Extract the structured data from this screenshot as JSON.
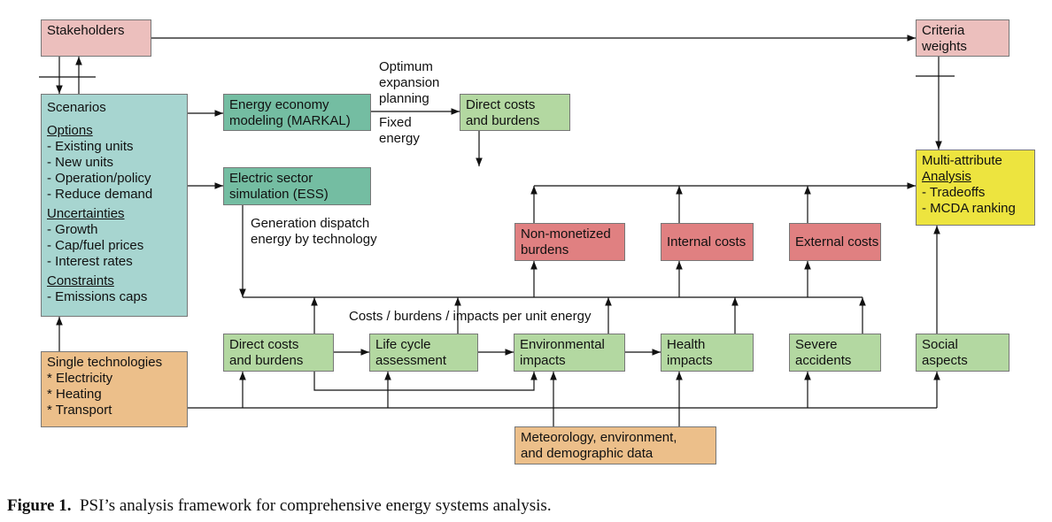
{
  "boxes": {
    "stakeholders": "Stakeholders",
    "criteria_weights": [
      "Criteria",
      "weights"
    ],
    "scenarios": {
      "title": "Scenarios",
      "options_heading": "Options",
      "options": [
        "- Existing units",
        "- New units",
        "- Operation/policy",
        "- Reduce demand"
      ],
      "uncertainties_heading": "Uncertainties",
      "uncertainties": [
        "- Growth",
        "- Cap/fuel prices",
        "- Interest rates"
      ],
      "constraints_heading": "Constraints",
      "constraints": [
        "- Emissions caps"
      ]
    },
    "energy_economy": [
      "Energy economy",
      "modeling (MARKAL)"
    ],
    "direct_costs_top": [
      "Direct costs",
      "and burdens"
    ],
    "electric_sector": [
      "Electric sector",
      "simulation (ESS)"
    ],
    "mcda": {
      "line1": "Multi-attribute",
      "line2": "Analysis",
      "items": [
        "- Tradeoffs",
        "- MCDA ranking"
      ]
    },
    "non_monetized": [
      "Non-monetized",
      "burdens"
    ],
    "internal_costs": "Internal costs",
    "external_costs": "External costs",
    "direct_costs_bottom": [
      "Direct costs",
      "and burdens"
    ],
    "lca": [
      "Life cycle",
      "assessment"
    ],
    "environmental": [
      "Environmental",
      "impacts"
    ],
    "health": [
      "Health",
      "impacts"
    ],
    "severe": [
      "Severe",
      "accidents"
    ],
    "social": [
      "Social",
      "aspects"
    ],
    "single_tech": [
      "Single technologies",
      "* Electricity",
      "* Heating",
      "* Transport"
    ],
    "meteorology": [
      "Meteorology, environment,",
      "and demographic data"
    ]
  },
  "labels": {
    "optimum": [
      "Optimum",
      "expansion",
      "planning"
    ],
    "fixed": [
      "Fixed",
      "energy"
    ],
    "dispatch": [
      "Generation dispatch",
      "energy by technology"
    ],
    "per_unit": "Costs / burdens / impacts per unit energy"
  },
  "caption": {
    "label": "Figure 1.",
    "text": "PSI’s analysis framework for comprehensive energy systems analysis."
  }
}
